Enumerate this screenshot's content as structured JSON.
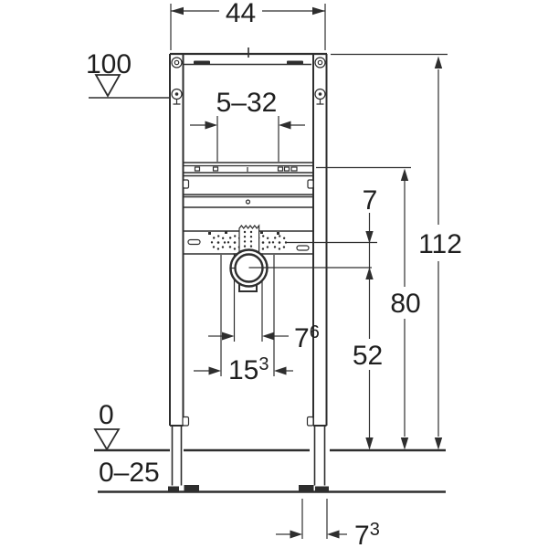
{
  "drawing": {
    "labels": {
      "width_top": "44",
      "level_upper": "100",
      "adjust_range": "5–32",
      "gap_small": "7",
      "height_total": "112",
      "height_rail": "80",
      "height_drain": "52",
      "spacing_inner": {
        "value": "7",
        "sup": "6"
      },
      "spacing_outer": {
        "value": "15",
        "sup": "3"
      },
      "level_floor": "0",
      "floor_range": "0–25",
      "foot_offset": {
        "value": "7",
        "sup": "3"
      }
    },
    "symbols": {
      "datum_marker": "open-triangle",
      "dimension_arrow": "filled-triangle"
    },
    "colors": {
      "line": "#2e2e2e",
      "text": "#1f1f1f",
      "background": "#ffffff"
    }
  }
}
